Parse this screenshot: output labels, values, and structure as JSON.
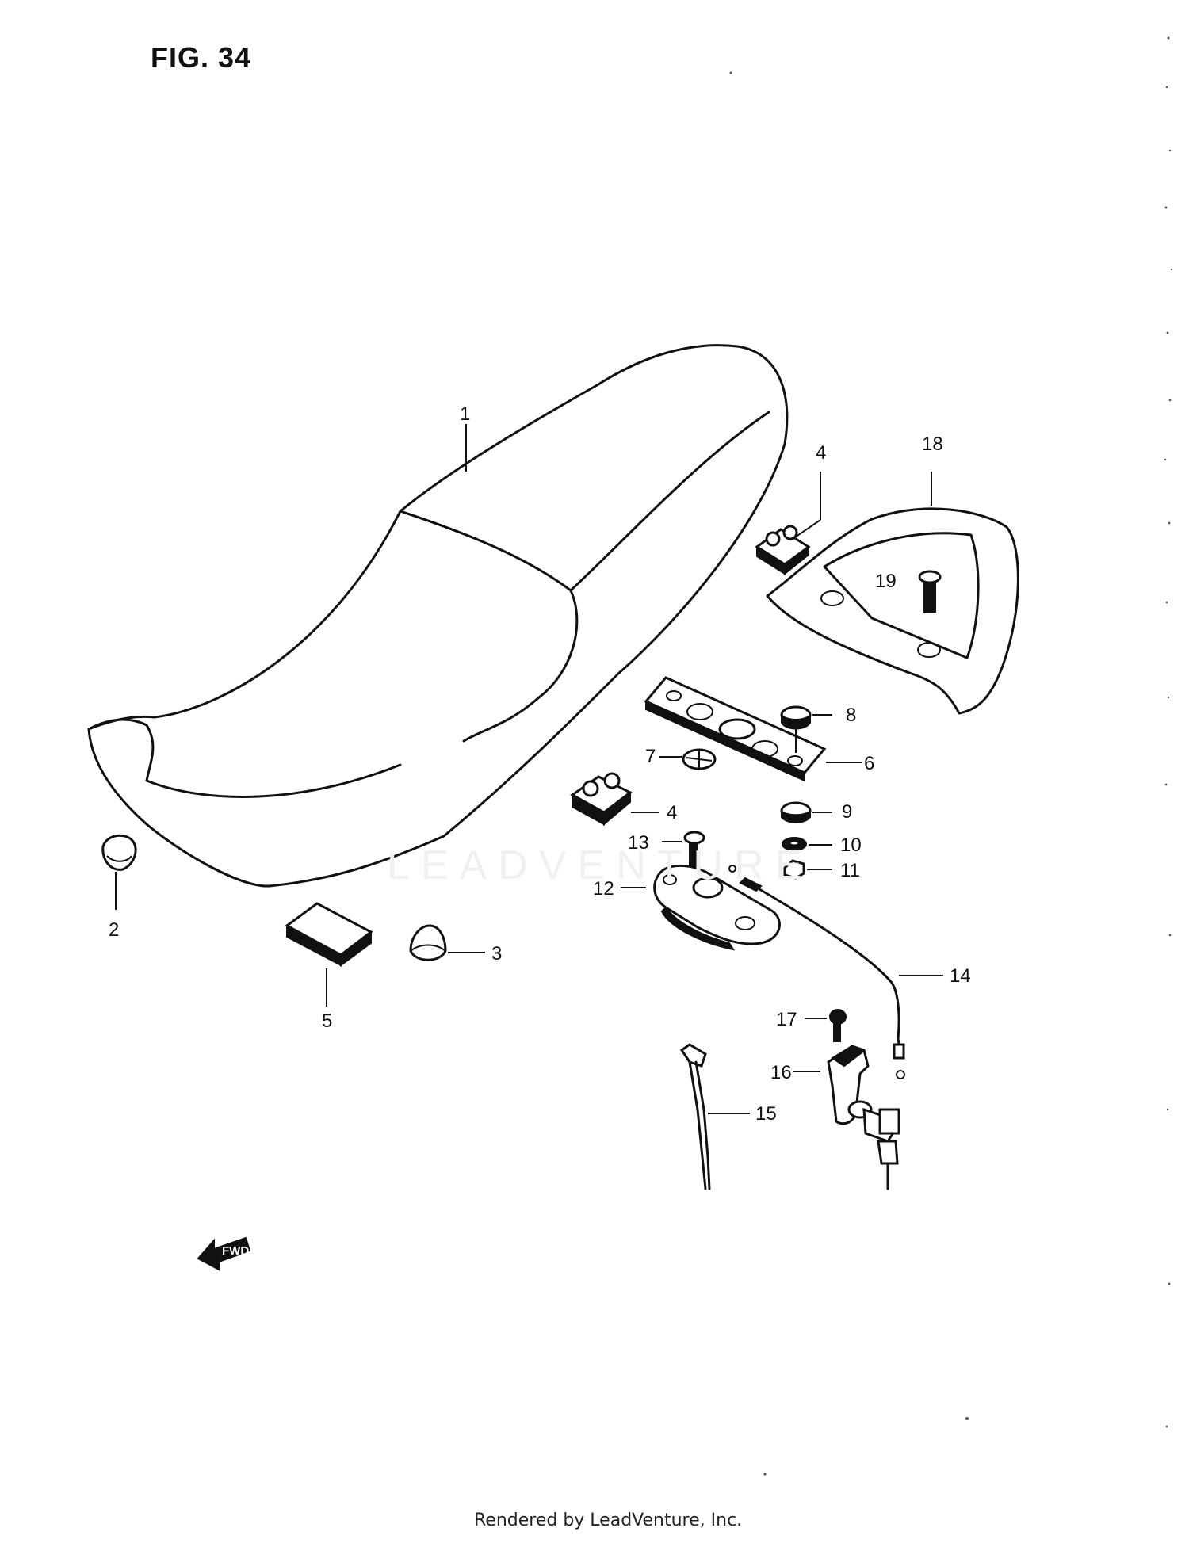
{
  "figure": {
    "title": "FIG. 34",
    "watermark": "LEADVENTURE",
    "footer": "Rendered by LeadVenture, Inc.",
    "fwd_arrow": "FWD"
  },
  "callouts": {
    "c1": "1",
    "c2": "2",
    "c3": "3",
    "c4a": "4",
    "c4b": "4",
    "c5": "5",
    "c6": "6",
    "c7": "7",
    "c8": "8",
    "c9": "9",
    "c10": "10",
    "c11": "11",
    "c12": "12",
    "c13": "13",
    "c14": "14",
    "c15": "15",
    "c16": "16",
    "c17": "17",
    "c18": "18",
    "c19": "19"
  },
  "colors": {
    "line": "#111111",
    "background": "#ffffff",
    "watermark": "#f0f0f0"
  }
}
